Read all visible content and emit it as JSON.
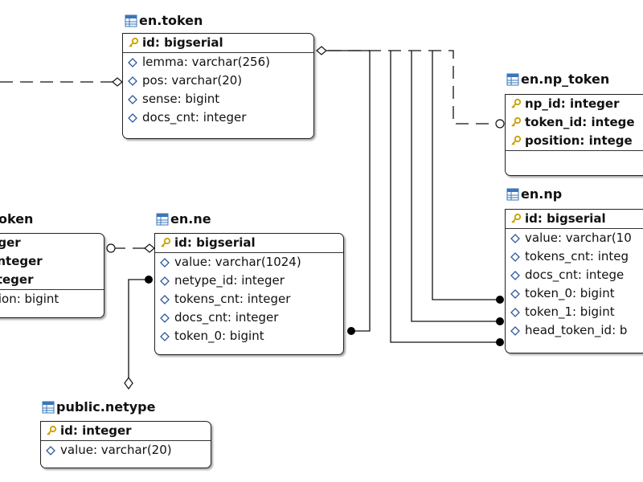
{
  "entities": {
    "en_token": {
      "title": "en.token",
      "pk": [
        {
          "text": "id: bigserial",
          "icon": "key-icon"
        }
      ],
      "attrs": [
        {
          "text": "lemma: varchar(256)",
          "icon": "diamond-icon"
        },
        {
          "text": "pos: varchar(20)",
          "icon": "diamond-icon"
        },
        {
          "text": "sense: bigint",
          "icon": "diamond-icon"
        },
        {
          "text": "docs_cnt: integer",
          "icon": "diamond-icon"
        }
      ]
    },
    "en_np_token": {
      "title": "en.np_token",
      "pk": [
        {
          "text": "np_id: integer",
          "icon": "key-icon"
        },
        {
          "text": "token_id: intege",
          "icon": "key-icon"
        },
        {
          "text": "position: intege",
          "icon": "key-icon"
        }
      ],
      "attrs": []
    },
    "en_np": {
      "title": "en.np",
      "pk": [
        {
          "text": "id: bigserial",
          "icon": "key-icon"
        }
      ],
      "attrs": [
        {
          "text": "value: varchar(10",
          "icon": "diamond-icon"
        },
        {
          "text": "tokens_cnt: integ",
          "icon": "diamond-icon"
        },
        {
          "text": "docs_cnt: intege",
          "icon": "diamond-icon"
        },
        {
          "text": "token_0: bigint",
          "icon": "diamond-icon"
        },
        {
          "text": "token_1: bigint",
          "icon": "diamond-icon"
        },
        {
          "text": "head_token_id: b",
          "icon": "diamond-icon"
        }
      ]
    },
    "en_ne_token": {
      "title": "oken",
      "pk": [
        {
          "text": "teger",
          "icon": ""
        },
        {
          "text": ": integer",
          "icon": ""
        },
        {
          "text": " integer",
          "icon": ""
        }
      ],
      "attrs": [
        {
          "text": "sition: bigint",
          "icon": ""
        }
      ]
    },
    "en_ne": {
      "title": "en.ne",
      "pk": [
        {
          "text": "id: bigserial",
          "icon": "key-icon"
        }
      ],
      "attrs": [
        {
          "text": "value: varchar(1024)",
          "icon": "diamond-icon"
        },
        {
          "text": "netype_id: integer",
          "icon": "diamond-icon"
        },
        {
          "text": "tokens_cnt: integer",
          "icon": "diamond-icon"
        },
        {
          "text": "docs_cnt: integer",
          "icon": "diamond-icon"
        },
        {
          "text": "token_0: bigint",
          "icon": "diamond-icon"
        }
      ]
    },
    "public_netype": {
      "title": "public.netype",
      "pk": [
        {
          "text": "id: integer",
          "icon": "key-icon"
        }
      ],
      "attrs": [
        {
          "text": "value: varchar(20)",
          "icon": "diamond-icon"
        }
      ]
    }
  },
  "colors": {
    "line": "#111111",
    "key": "#c8a000",
    "attr_diamond": "#2f5a9a",
    "table_icon": "#3a76b8"
  }
}
